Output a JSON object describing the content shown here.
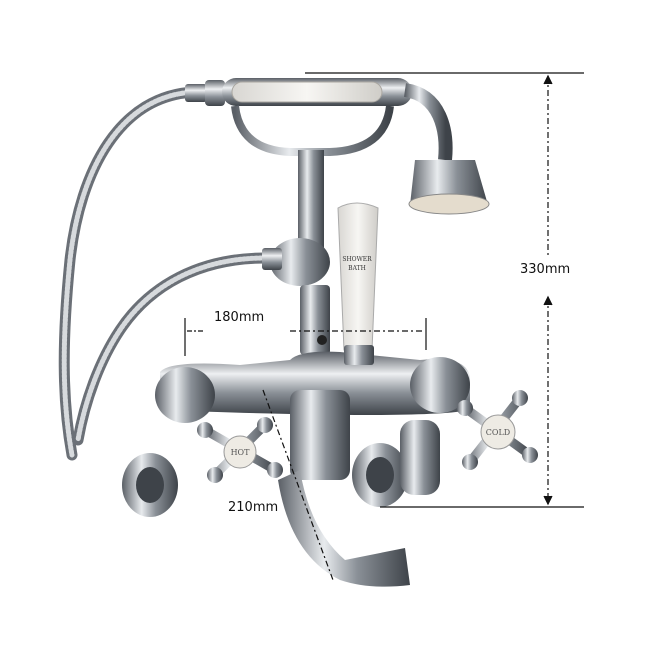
{
  "dimensions": {
    "height": "330mm",
    "centres": "180mm",
    "projection": "210mm"
  },
  "lever_label": {
    "line1": "SHOWER",
    "line2": "BATH"
  },
  "handles": {
    "hot": "HOT",
    "cold": "COLD"
  },
  "colors": {
    "chrome_dark": "#5a5f66",
    "chrome_light": "#e8ebee",
    "ceramic": "#f2f0ec",
    "dimension_line": "#111111"
  }
}
